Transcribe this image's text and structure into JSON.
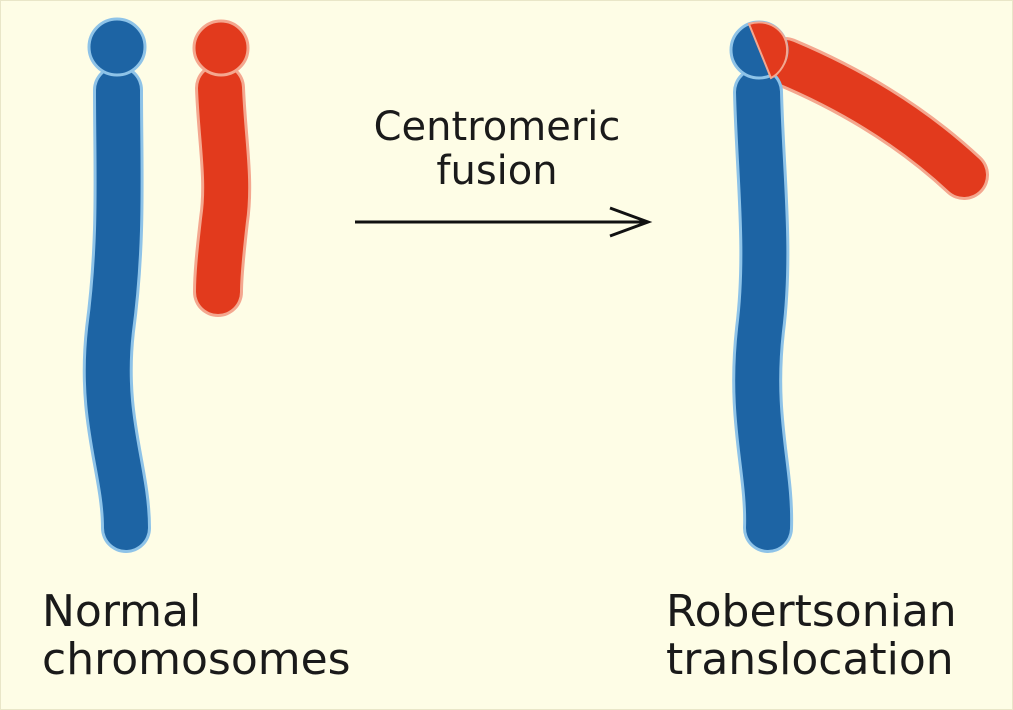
{
  "diagram": {
    "arrow_label": [
      "Centromeric",
      "fusion"
    ],
    "left_label": [
      "Normal",
      "chromosomes"
    ],
    "right_label": [
      "Robertsonian",
      "translocation"
    ]
  },
  "colors": {
    "background": "#fefde6",
    "blue_chromosome": "#1d64a4",
    "red_chromosome": "#e23a1d",
    "arrow": "#111111"
  }
}
